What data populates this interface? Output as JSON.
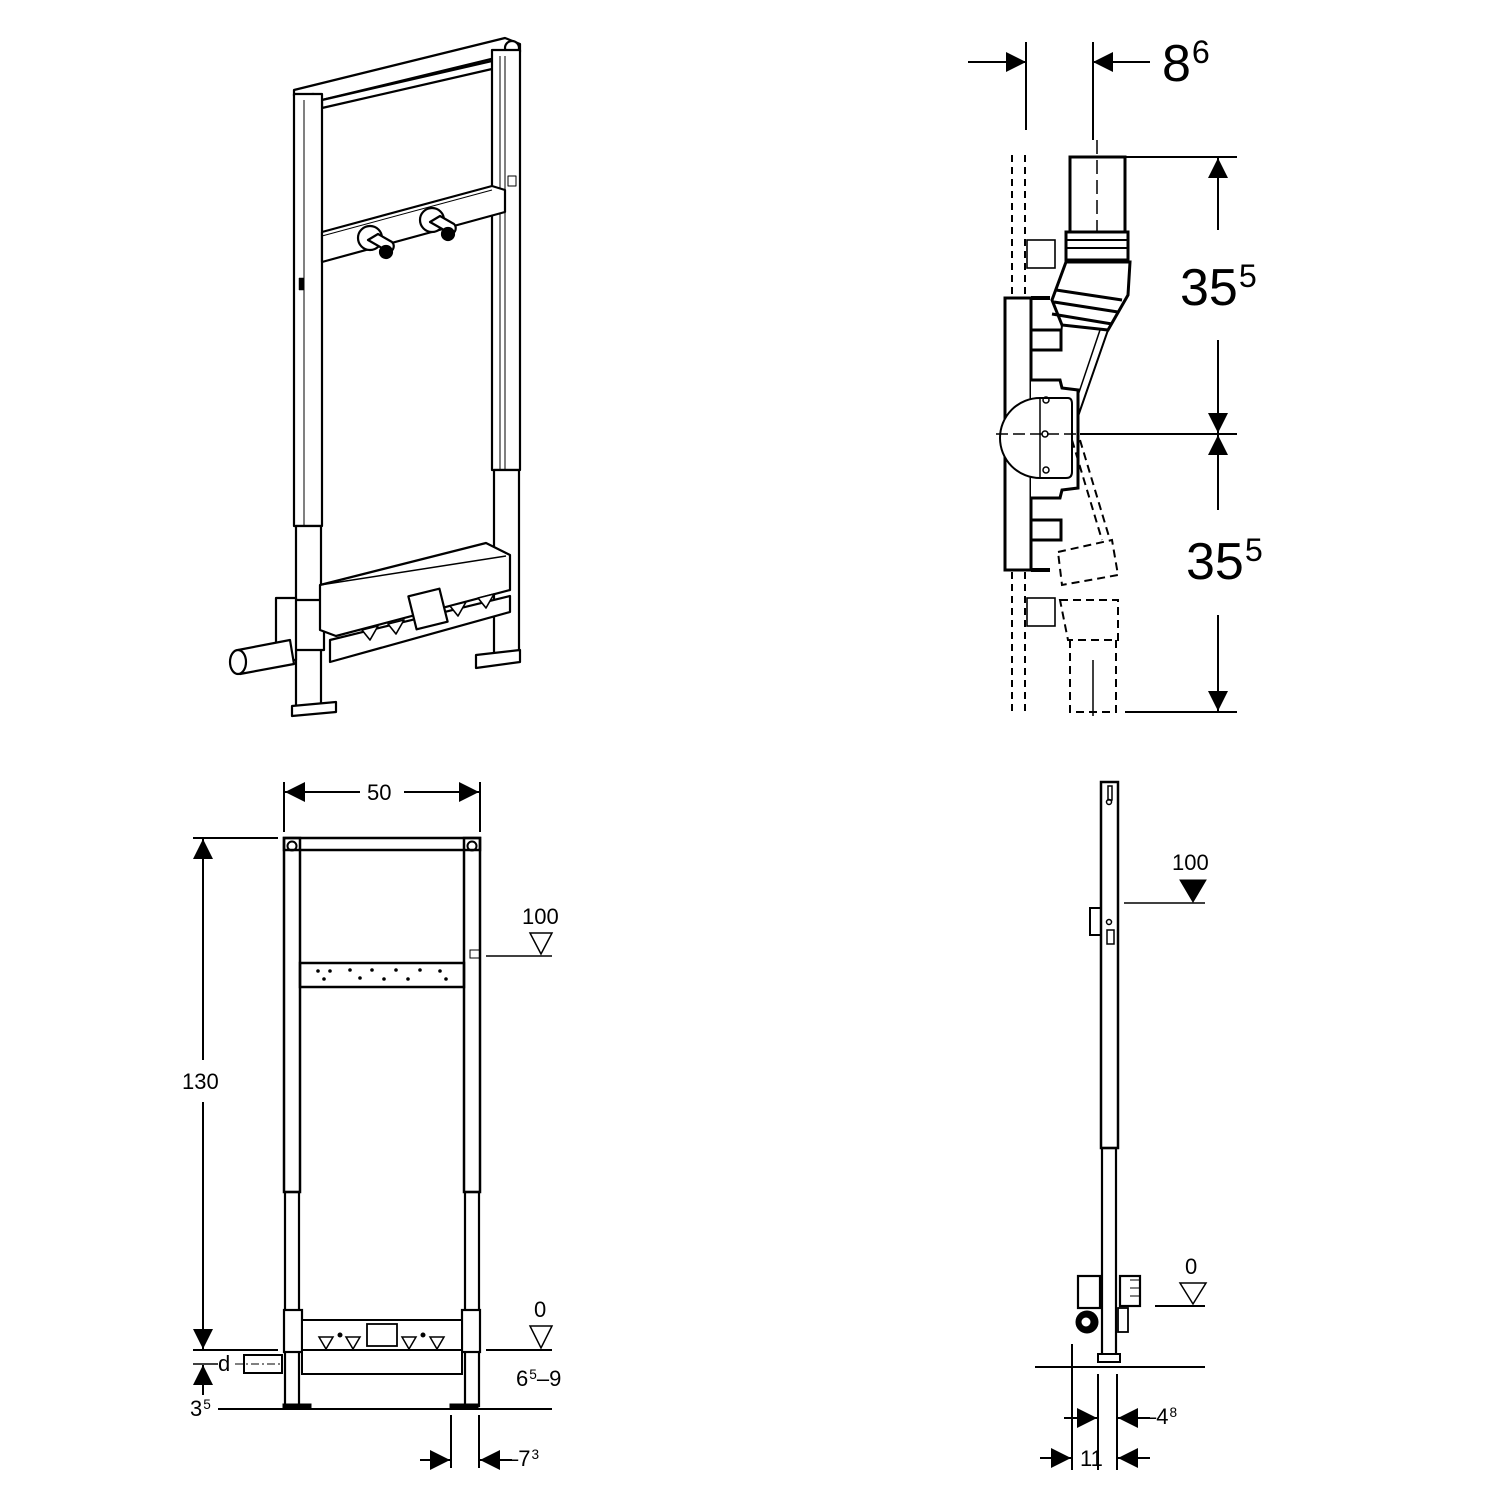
{
  "drawing": {
    "subject": "Wall-mounted installation frame with drain elbow",
    "views": {
      "isometric": {
        "label": "isometric-view"
      },
      "drain_side_view": {
        "dim_top_offset": {
          "base": "8",
          "sup": "6"
        },
        "dim_upper_height": {
          "base": "35",
          "sup": "5"
        },
        "dim_lower_height": {
          "base": "35",
          "sup": "5"
        }
      },
      "front_view": {
        "dim_width": "50",
        "dim_height": "130",
        "level_upper": "100",
        "level_zero": "0",
        "dim_pipe_label": "d",
        "dim_pipe_height": {
          "base": "3",
          "sup": "5"
        },
        "dim_floor_range": {
          "base": "6",
          "sup": "5",
          "tail": "–9"
        },
        "dim_foot_width": {
          "prefix": "–",
          "base": "7",
          "sup": "3"
        }
      },
      "side_view": {
        "level_upper": "100",
        "level_zero": "0",
        "dim_depth_inner": {
          "prefix": "–",
          "base": "4",
          "sup": "8"
        },
        "dim_depth_total": "11"
      }
    },
    "colors": {
      "line": "#000000",
      "background": "#ffffff"
    }
  }
}
